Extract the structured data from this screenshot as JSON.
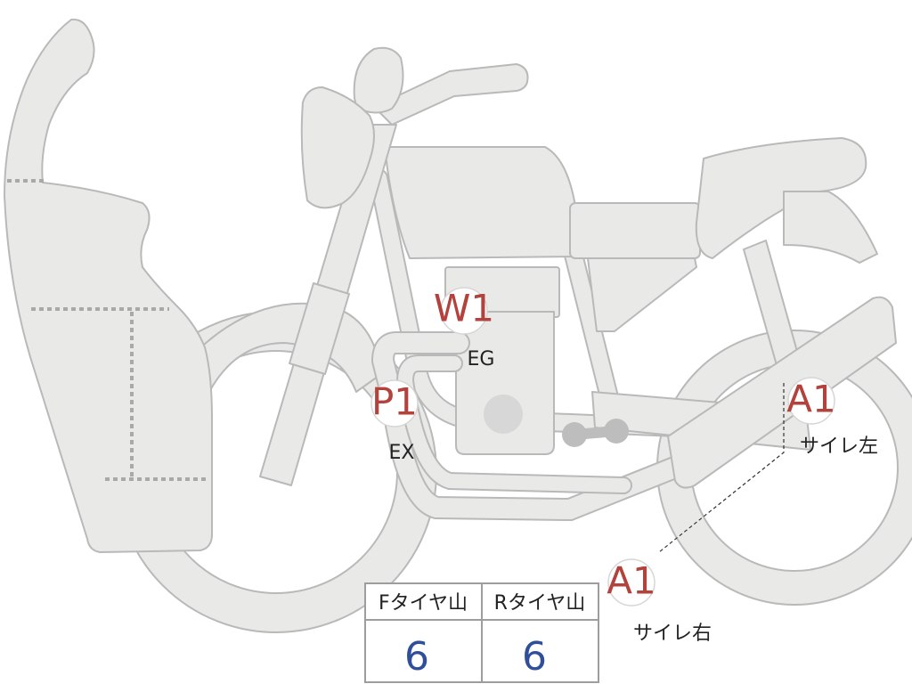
{
  "markers": [
    {
      "id": "w1",
      "code": "W1",
      "label": "EG"
    },
    {
      "id": "p1",
      "code": "P1",
      "label": "EX"
    },
    {
      "id": "a1-left",
      "code": "A1",
      "label": "サイレ左"
    },
    {
      "id": "a1-right",
      "code": "A1",
      "label": "サイレ右"
    }
  ],
  "tire_table": {
    "headers": [
      "Fタイヤ山",
      "Rタイヤ山"
    ],
    "values": [
      "6",
      "6"
    ]
  },
  "colors": {
    "body_fill": "#e9e9e7",
    "outline": "#b9b9b9",
    "marker_code": "#b3413c",
    "table_value": "#2f4f9b"
  }
}
